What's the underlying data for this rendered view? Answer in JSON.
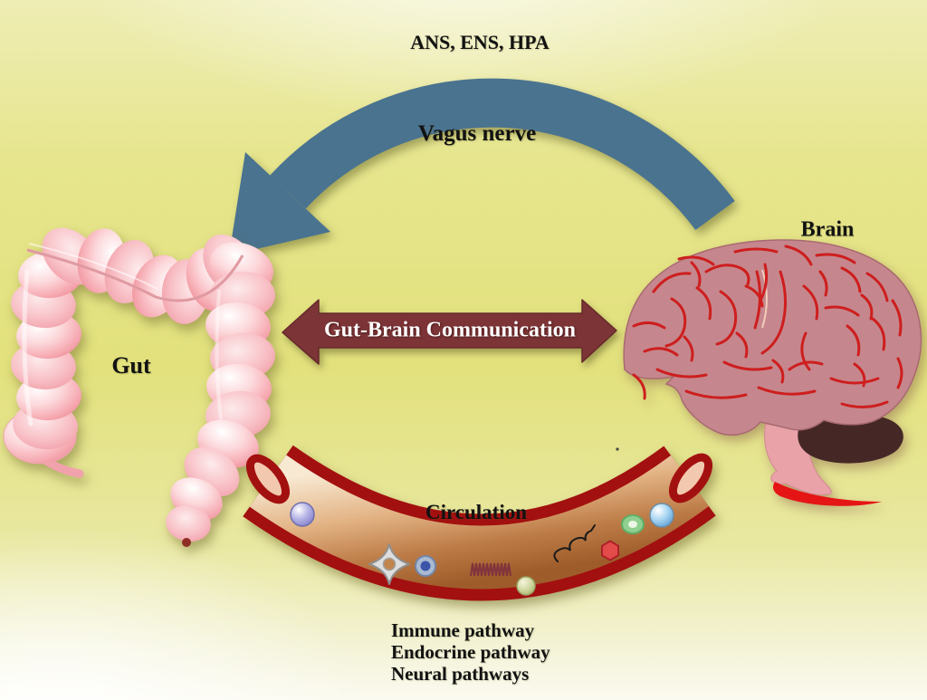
{
  "diagram": {
    "top_label": "ANS, ENS, HPA",
    "vagus_label": "Vagus nerve",
    "brain_label": "Brain",
    "gut_label": "Gut",
    "arrow_label": "Gut-Brain Communication",
    "circulation_label": "Circulation",
    "pathways": [
      "Immune pathway",
      "Endocrine pathway",
      "Neural pathways"
    ],
    "illustrations": [
      "vagus-nerve-arc-arrow",
      "gut-colon-illustration",
      "brain-illustration",
      "bidirectional-communication-arrow",
      "blood-vessel-with-circulating-cells"
    ],
    "colors": {
      "background_yellow": "#e2e17c",
      "arc_blue": "#4a7390",
      "arrow_maroon": "#7c3436",
      "vessel_wall_red": "#a31010",
      "vessel_interior_tan": "#bd7c47",
      "brain_pink": "#c5878d",
      "gyri_red": "#ce1e1e",
      "cerebellum_brown": "#452826",
      "gut_pink": "#f5a3ab",
      "text_black": "#121212",
      "arrow_text_white": "#ffffff"
    }
  }
}
